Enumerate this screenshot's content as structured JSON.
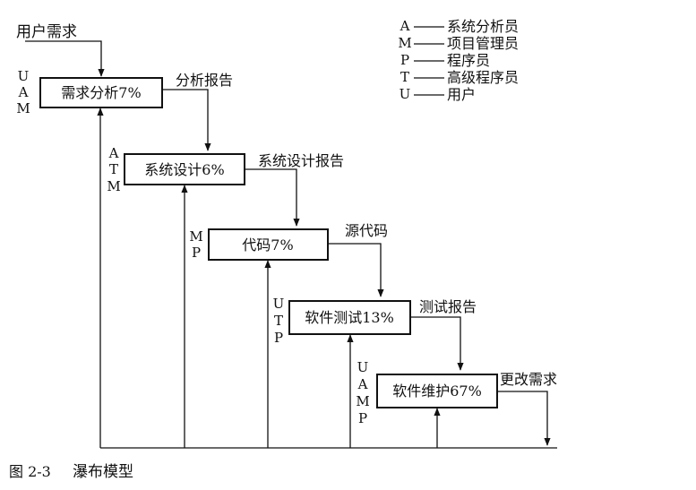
{
  "input_label": "用户需求",
  "phases": [
    {
      "label": "需求分析7%",
      "roles": [
        "U",
        "A",
        "M"
      ],
      "output": "分析报告"
    },
    {
      "label": "系统设计6%",
      "roles": [
        "A",
        "T",
        "M"
      ],
      "output": "系统设计报告"
    },
    {
      "label": "代码7%",
      "roles": [
        "M",
        "P"
      ],
      "output": "源代码"
    },
    {
      "label": "软件测试13%",
      "roles": [
        "U",
        "T",
        "P"
      ],
      "output": "测试报告"
    },
    {
      "label": "软件维护67%",
      "roles": [
        "U",
        "A",
        "M",
        "P"
      ],
      "output": "更改需求"
    }
  ],
  "legend": [
    {
      "key": "A",
      "value": "系统分析员"
    },
    {
      "key": "M",
      "value": "项目管理员"
    },
    {
      "key": "P",
      "value": "程序员"
    },
    {
      "key": "T",
      "value": "高级程序员"
    },
    {
      "key": "U",
      "value": "用户"
    }
  ],
  "caption": {
    "number": "图 2-3",
    "title": "瀑布模型"
  }
}
